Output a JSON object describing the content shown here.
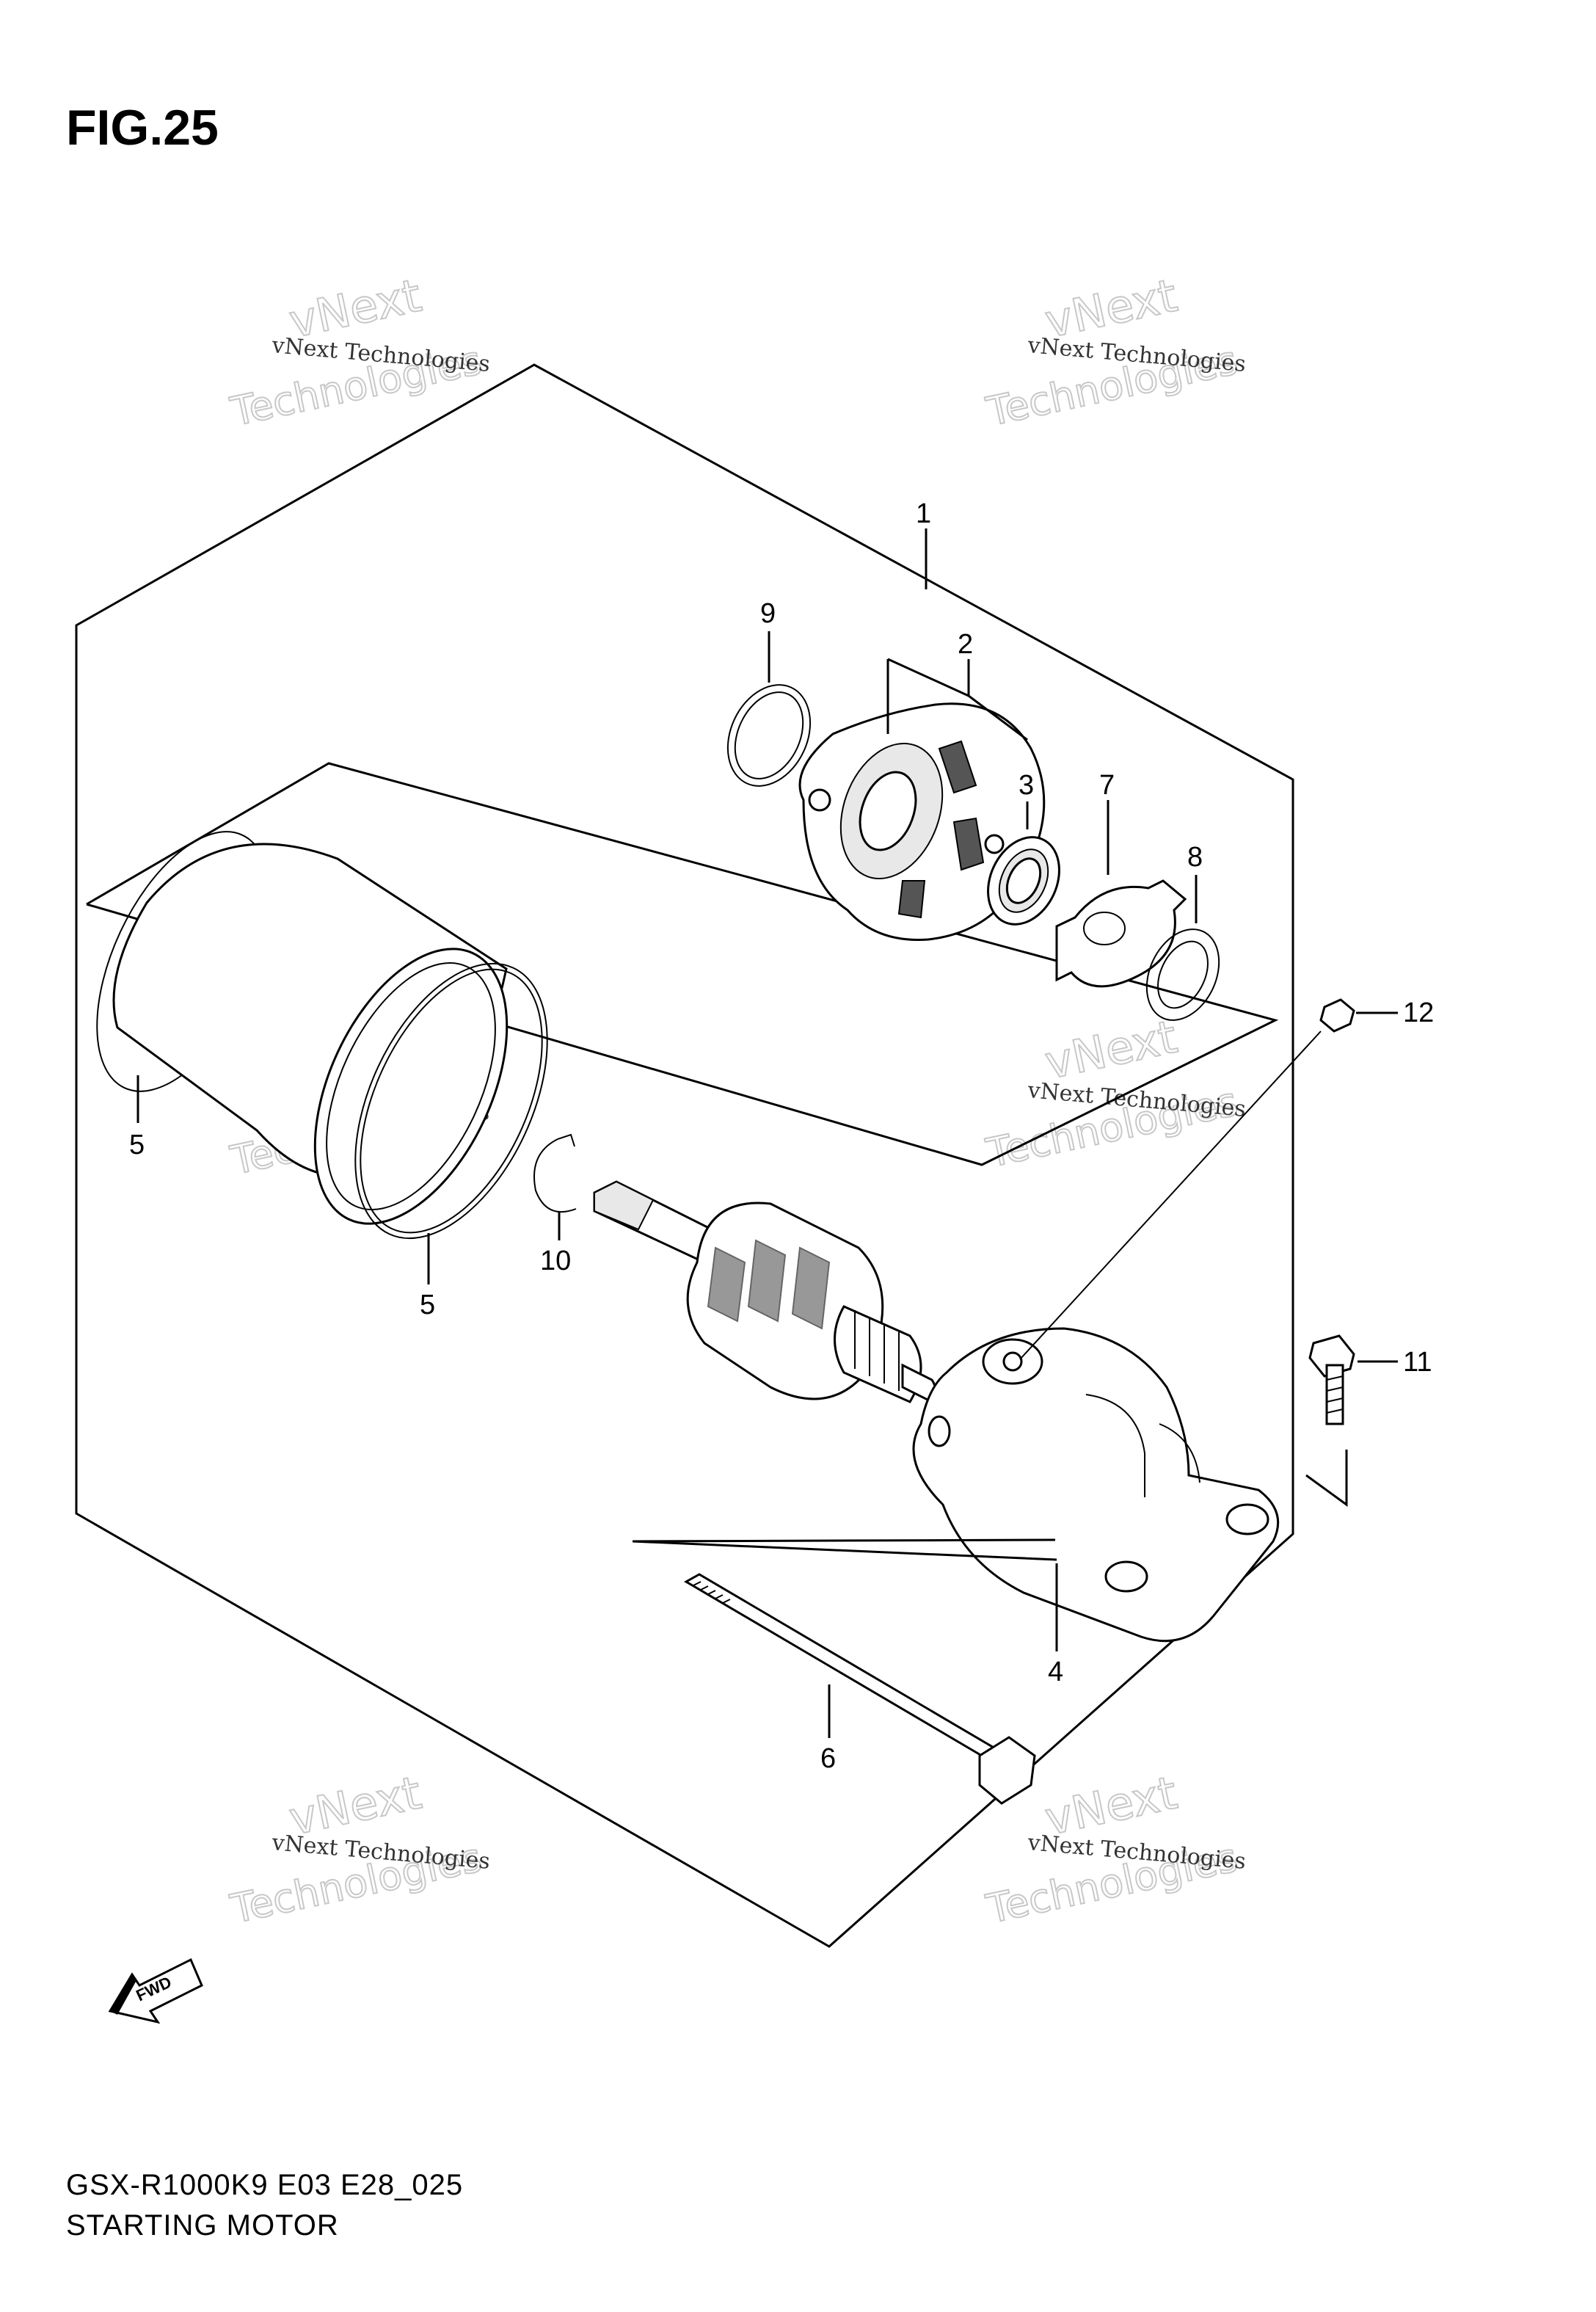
{
  "figure": {
    "title": "FIG.25",
    "model_code": "GSX-R1000K9 E03 E28_025",
    "caption": "STARTING MOTOR"
  },
  "watermark": {
    "line1": "vNext Technologies",
    "big1": "vNext",
    "big2": "Technologies"
  },
  "fwd_arrow_label": "FWD",
  "callouts": {
    "c1": "1",
    "c2": "2",
    "c3": "3",
    "c4": "4",
    "c5a": "5",
    "c5b": "5",
    "c6": "6",
    "c7": "7",
    "c8": "8",
    "c9": "9",
    "c10": "10",
    "c11": "11",
    "c12": "12"
  },
  "icons": {
    "fwd": "fwd-arrow-icon"
  }
}
